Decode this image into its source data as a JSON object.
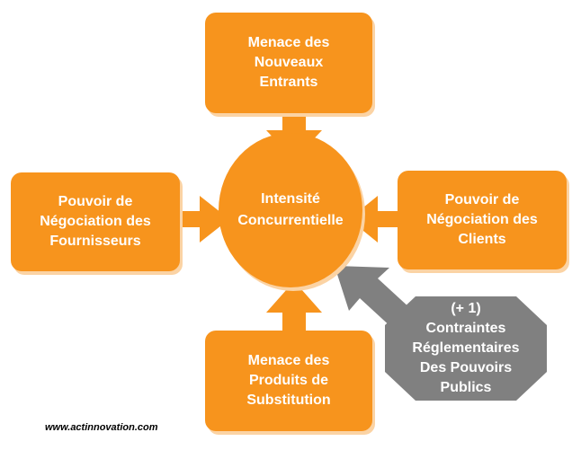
{
  "colors": {
    "orange": "#f7941d",
    "shadow": "#fbd3a4",
    "gray": "#808080",
    "text": "#ffffff"
  },
  "top_box": {
    "lines": [
      "Menace des",
      "Nouveaux",
      "Entrants"
    ]
  },
  "left_box": {
    "lines": [
      "Pouvoir de",
      "Négociation des",
      "Fournisseurs"
    ]
  },
  "right_box": {
    "lines": [
      "Pouvoir de",
      "Négociation des",
      "Clients"
    ]
  },
  "bottom_box": {
    "lines": [
      "Menace des",
      "Produits de",
      "Substitution"
    ]
  },
  "center": {
    "lines": [
      "Intensité",
      "Concurrentielle"
    ]
  },
  "government": {
    "lines": [
      "(+ 1)",
      "Contraintes",
      "Réglementaires",
      "Des Pouvoirs",
      "Publics"
    ]
  },
  "credit": "www.actinnovation.com"
}
